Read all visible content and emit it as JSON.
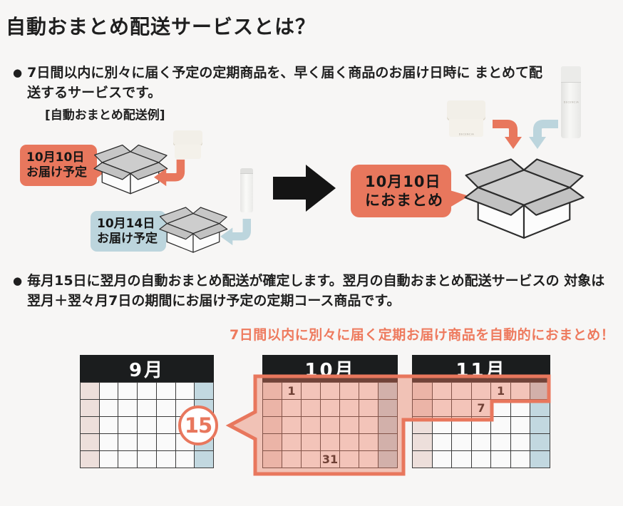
{
  "title": "自動おまとめ配送サービスとは？",
  "bullets": {
    "first": {
      "marker": "●",
      "line1": "7日間以内に別々に届く予定の定期商品を、早く届く商品のお届け日時に",
      "line2": "まとめて配送するサービスです。",
      "example_label": "[自動おまとめ配送例]"
    },
    "second": {
      "marker": "●",
      "line1": "毎月15日に翌月の自動おまとめ配送が確定します。翌月の自動おまとめ配送サービスの",
      "line2": "対象は翌月＋翌々月7日の期間にお届け予定の定期コース商品です。"
    }
  },
  "diagram": {
    "bubbles": {
      "early": {
        "line1": "10月10日",
        "line2": "お届け予定"
      },
      "late": {
        "line1": "10月14日",
        "line2": "お届け予定"
      },
      "merged": {
        "line1": "10月10日",
        "line2": "におまとめ"
      }
    },
    "brand": "DECENCIA"
  },
  "highlight_note": "7日間以内に別々に届く定期お届け商品を自動的におまとめ！",
  "calendars": {
    "rows": 5,
    "cols": 7,
    "callout_day": "15",
    "months": [
      {
        "id": "september",
        "title": "9月",
        "dates": []
      },
      {
        "id": "october",
        "title": "10月",
        "dates": [
          {
            "day": "1",
            "row": 1,
            "col": 2
          },
          {
            "day": "31",
            "row": 5,
            "col": 4
          }
        ]
      },
      {
        "id": "november",
        "title": "11月",
        "dates": [
          {
            "day": "1",
            "row": 1,
            "col": 5
          },
          {
            "day": "7",
            "row": 2,
            "col": 4
          }
        ]
      }
    ]
  },
  "colors": {
    "accent_orange": "#e8775d",
    "accent_light_blue": "#bcd5dd",
    "note_orange": "#ee7a5e",
    "sunday_column": "#eddfdb",
    "saturday_column": "#c2d8e0",
    "calendar_header": "#1b1d1e",
    "highlight_fill": "rgba(233,122,95,0.42)"
  }
}
